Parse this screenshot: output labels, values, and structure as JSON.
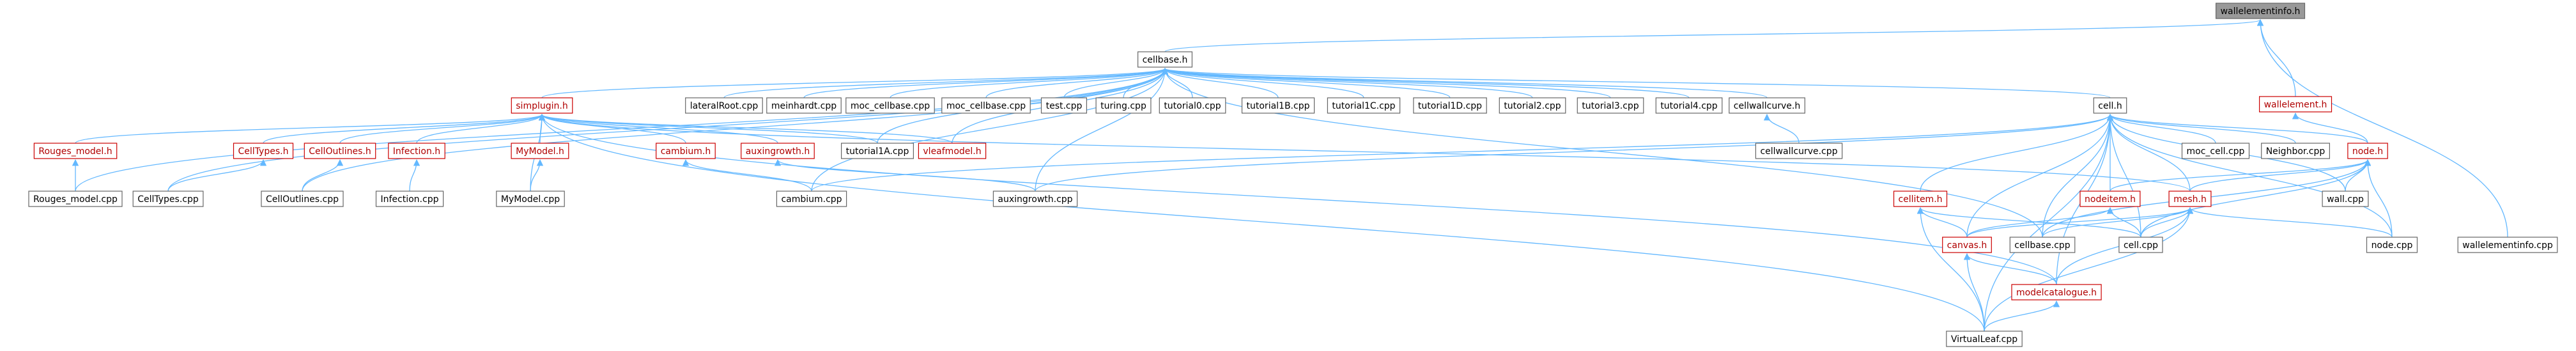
{
  "colors": {
    "edge": "#63b8ff",
    "box_border": "#666666",
    "box_border_red": "#cc0000",
    "root_fill": "#999999",
    "text_red": "#b00000"
  },
  "nodes": [
    {
      "id": "wallelementinfo_h",
      "label": "wallelementinfo.h",
      "style": "root"
    },
    {
      "id": "cellbase_h",
      "label": "cellbase.h",
      "style": "normal"
    },
    {
      "id": "wallelement_h",
      "label": "wallelement.h",
      "style": "red"
    },
    {
      "id": "wallelementinfo_cpp",
      "label": "wallelementinfo.cpp",
      "style": "normal"
    },
    {
      "id": "simplugin_h",
      "label": "simplugin.h",
      "style": "red"
    },
    {
      "id": "lateralroot_cpp",
      "label": "lateralRoot.cpp",
      "style": "normal"
    },
    {
      "id": "meinhardt_cpp",
      "label": "meinhardt.cpp",
      "style": "normal"
    },
    {
      "id": "moc_cellbase_cpp1",
      "label": "moc_cellbase.cpp",
      "style": "normal"
    },
    {
      "id": "moc_cellbase_cpp2",
      "label": "moc_cellbase.cpp",
      "style": "normal"
    },
    {
      "id": "test_cpp",
      "label": "test.cpp",
      "style": "normal"
    },
    {
      "id": "turing_cpp",
      "label": "turing.cpp",
      "style": "normal"
    },
    {
      "id": "tutorial0_cpp",
      "label": "tutorial0.cpp",
      "style": "normal"
    },
    {
      "id": "tutorial1b_cpp",
      "label": "tutorial1B.cpp",
      "style": "normal"
    },
    {
      "id": "tutorial1c_cpp",
      "label": "tutorial1C.cpp",
      "style": "normal"
    },
    {
      "id": "tutorial1d_cpp",
      "label": "tutorial1D.cpp",
      "style": "normal"
    },
    {
      "id": "tutorial2_cpp",
      "label": "tutorial2.cpp",
      "style": "normal"
    },
    {
      "id": "tutorial3_cpp",
      "label": "tutorial3.cpp",
      "style": "normal"
    },
    {
      "id": "tutorial4_cpp",
      "label": "tutorial4.cpp",
      "style": "normal"
    },
    {
      "id": "cellwallcurve_h",
      "label": "cellwallcurve.h",
      "style": "normal"
    },
    {
      "id": "cell_h",
      "label": "cell.h",
      "style": "normal"
    },
    {
      "id": "cellwallcurve_cpp",
      "label": "cellwallcurve.cpp",
      "style": "normal"
    },
    {
      "id": "moc_cell_cpp",
      "label": "moc_cell.cpp",
      "style": "normal"
    },
    {
      "id": "neighbor_cpp",
      "label": "Neighbor.cpp",
      "style": "normal"
    },
    {
      "id": "node_h",
      "label": "node.h",
      "style": "red"
    },
    {
      "id": "rouges_model_h",
      "label": "Rouges_model.h",
      "style": "red"
    },
    {
      "id": "celltypes_h",
      "label": "CellTypes.h",
      "style": "red"
    },
    {
      "id": "celloutlines_h",
      "label": "CellOutlines.h",
      "style": "red"
    },
    {
      "id": "infection_h",
      "label": "Infection.h",
      "style": "red"
    },
    {
      "id": "mymodel_h",
      "label": "MyModel.h",
      "style": "red"
    },
    {
      "id": "cambium_h",
      "label": "cambium.h",
      "style": "red"
    },
    {
      "id": "auxingrowth_h",
      "label": "auxingrowth.h",
      "style": "red"
    },
    {
      "id": "tutorial1a_cpp",
      "label": "tutorial1A.cpp",
      "style": "normal"
    },
    {
      "id": "vleafmodel_h",
      "label": "vleafmodel.h",
      "style": "red"
    },
    {
      "id": "rouges_model_cpp",
      "label": "Rouges_model.cpp",
      "style": "normal"
    },
    {
      "id": "celltypes_cpp",
      "label": "CellTypes.cpp",
      "style": "normal"
    },
    {
      "id": "celloutlines_cpp",
      "label": "CellOutlines.cpp",
      "style": "normal"
    },
    {
      "id": "infection_cpp",
      "label": "Infection.cpp",
      "style": "normal"
    },
    {
      "id": "mymodel_cpp",
      "label": "MyModel.cpp",
      "style": "normal"
    },
    {
      "id": "cambium_cpp",
      "label": "cambium.cpp",
      "style": "normal"
    },
    {
      "id": "auxingrowth_cpp",
      "label": "auxingrowth.cpp",
      "style": "normal"
    },
    {
      "id": "cellitem_h",
      "label": "cellitem.h",
      "style": "red"
    },
    {
      "id": "nodeitem_h",
      "label": "nodeitem.h",
      "style": "red"
    },
    {
      "id": "mesh_h",
      "label": "mesh.h",
      "style": "red"
    },
    {
      "id": "wall_cpp",
      "label": "wall.cpp",
      "style": "normal"
    },
    {
      "id": "canvas_h",
      "label": "canvas.h",
      "style": "red"
    },
    {
      "id": "cellbase_cpp",
      "label": "cellbase.cpp",
      "style": "normal"
    },
    {
      "id": "cell_cpp",
      "label": "cell.cpp",
      "style": "normal"
    },
    {
      "id": "node_cpp",
      "label": "node.cpp",
      "style": "normal"
    },
    {
      "id": "modelcatalogue_h",
      "label": "modelcatalogue.h",
      "style": "red"
    },
    {
      "id": "virtualleaf_cpp",
      "label": "VirtualLeaf.cpp",
      "style": "normal"
    }
  ],
  "edges": [
    [
      "wallelementinfo_h",
      "cellbase_h"
    ],
    [
      "wallelementinfo_h",
      "wallelement_h"
    ],
    [
      "wallelementinfo_h",
      "wallelementinfo_cpp"
    ],
    [
      "cellbase_h",
      "simplugin_h"
    ],
    [
      "cellbase_h",
      "lateralroot_cpp"
    ],
    [
      "cellbase_h",
      "meinhardt_cpp"
    ],
    [
      "cellbase_h",
      "moc_cellbase_cpp1"
    ],
    [
      "cellbase_h",
      "moc_cellbase_cpp2"
    ],
    [
      "cellbase_h",
      "test_cpp"
    ],
    [
      "cellbase_h",
      "turing_cpp"
    ],
    [
      "cellbase_h",
      "tutorial0_cpp"
    ],
    [
      "cellbase_h",
      "tutorial1b_cpp"
    ],
    [
      "cellbase_h",
      "tutorial1c_cpp"
    ],
    [
      "cellbase_h",
      "tutorial1d_cpp"
    ],
    [
      "cellbase_h",
      "tutorial2_cpp"
    ],
    [
      "cellbase_h",
      "tutorial3_cpp"
    ],
    [
      "cellbase_h",
      "tutorial4_cpp"
    ],
    [
      "cellbase_h",
      "cellwallcurve_h"
    ],
    [
      "cellbase_h",
      "cell_h"
    ],
    [
      "cellbase_h",
      "tutorial1a_cpp"
    ],
    [
      "cellbase_h",
      "vleafmodel_h"
    ],
    [
      "cellbase_h",
      "rouges_model_cpp"
    ],
    [
      "cellbase_h",
      "celltypes_cpp"
    ],
    [
      "cellbase_h",
      "celloutlines_cpp"
    ],
    [
      "cellbase_h",
      "auxingrowth_cpp"
    ],
    [
      "cellbase_h",
      "cellbase_cpp"
    ],
    [
      "cellbase_h",
      "cambium_cpp"
    ],
    [
      "cellwallcurve_h",
      "cellwallcurve_cpp"
    ],
    [
      "wallelement_h",
      "node_h"
    ],
    [
      "simplugin_h",
      "rouges_model_h"
    ],
    [
      "simplugin_h",
      "celltypes_h"
    ],
    [
      "simplugin_h",
      "celloutlines_h"
    ],
    [
      "simplugin_h",
      "infection_h"
    ],
    [
      "simplugin_h",
      "mymodel_h"
    ],
    [
      "simplugin_h",
      "cambium_h"
    ],
    [
      "simplugin_h",
      "auxingrowth_h"
    ],
    [
      "simplugin_h",
      "tutorial1a_cpp"
    ],
    [
      "simplugin_h",
      "vleafmodel_h"
    ],
    [
      "simplugin_h",
      "mymodel_cpp"
    ],
    [
      "simplugin_h",
      "modelcatalogue_h"
    ],
    [
      "simplugin_h",
      "virtualleaf_cpp"
    ],
    [
      "simplugin_h",
      "mesh_h"
    ],
    [
      "rouges_model_h",
      "rouges_model_cpp"
    ],
    [
      "celltypes_h",
      "celltypes_cpp"
    ],
    [
      "celloutlines_h",
      "celloutlines_cpp"
    ],
    [
      "infection_h",
      "infection_cpp"
    ],
    [
      "mymodel_h",
      "mymodel_cpp"
    ],
    [
      "cambium_h",
      "cambium_cpp"
    ],
    [
      "auxingrowth_h",
      "auxingrowth_cpp"
    ],
    [
      "cell_h",
      "moc_cell_cpp"
    ],
    [
      "cell_h",
      "neighbor_cpp"
    ],
    [
      "cell_h",
      "node_h"
    ],
    [
      "cell_h",
      "cellitem_h"
    ],
    [
      "cell_h",
      "nodeitem_h"
    ],
    [
      "cell_h",
      "mesh_h"
    ],
    [
      "cell_h",
      "wall_cpp"
    ],
    [
      "cell_h",
      "canvas_h"
    ],
    [
      "cell_h",
      "cellbase_cpp"
    ],
    [
      "cell_h",
      "cell_cpp"
    ],
    [
      "cell_h",
      "node_cpp"
    ],
    [
      "cell_h",
      "modelcatalogue_h"
    ],
    [
      "cell_h",
      "virtualleaf_cpp"
    ],
    [
      "cell_h",
      "auxingrowth_cpp"
    ],
    [
      "cell_h",
      "cambium_cpp"
    ],
    [
      "node_h",
      "mesh_h"
    ],
    [
      "node_h",
      "nodeitem_h"
    ],
    [
      "node_h",
      "wall_cpp"
    ],
    [
      "node_h",
      "cell_cpp"
    ],
    [
      "node_h",
      "node_cpp"
    ],
    [
      "node_h",
      "cellbase_cpp"
    ],
    [
      "cellitem_h",
      "canvas_h"
    ],
    [
      "cellitem_h",
      "cell_cpp"
    ],
    [
      "cellitem_h",
      "virtualleaf_cpp"
    ],
    [
      "nodeitem_h",
      "canvas_h"
    ],
    [
      "nodeitem_h",
      "cell_cpp"
    ],
    [
      "mesh_h",
      "canvas_h"
    ],
    [
      "mesh_h",
      "cellbase_cpp"
    ],
    [
      "mesh_h",
      "cell_cpp"
    ],
    [
      "mesh_h",
      "node_cpp"
    ],
    [
      "mesh_h",
      "modelcatalogue_h"
    ],
    [
      "mesh_h",
      "virtualleaf_cpp"
    ],
    [
      "canvas_h",
      "modelcatalogue_h"
    ],
    [
      "canvas_h",
      "virtualleaf_cpp"
    ],
    [
      "modelcatalogue_h",
      "virtualleaf_cpp"
    ]
  ]
}
